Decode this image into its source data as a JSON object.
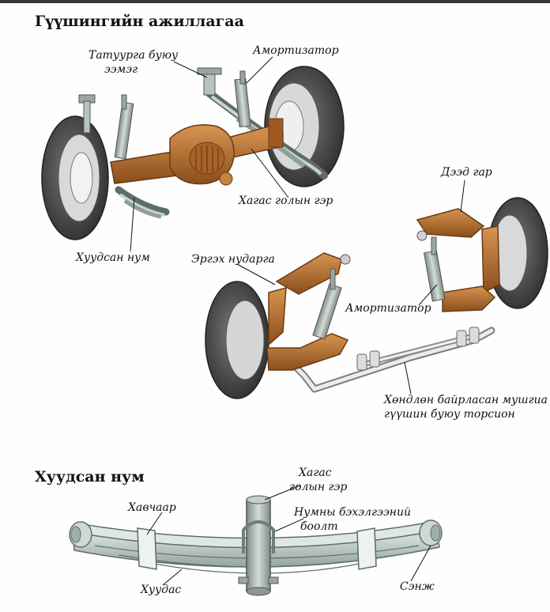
{
  "headings": {
    "main": "Гүүшингийн ажиллагаа",
    "leaf": "Хуудсан нум"
  },
  "labels": {
    "tatuurga_1": "Татуурга буюу",
    "tatuurga_2": "ээмэг",
    "amortizator_top": "Амортизатор",
    "khagas_gol_top": "Хагас голын гэр",
    "khuudsan_num": "Хуудсан нум",
    "deed_gar": "Дээд гар",
    "ergekh_nudarga": "Эргэх нударга",
    "amortizator_mid": "Амортизатор",
    "torsion_1": "Хөндлөн байрласан мушгиа",
    "torsion_2": "гүүшин буюу торсион",
    "khagas_1": "Хагас",
    "khagas_2": "голын гэр",
    "numny_1": "Нумны бэхэлгээний",
    "numny_2": "боолт",
    "khavchaar": "Хавчаар",
    "khuudas": "Хуудас",
    "senzh": "Сэнж"
  },
  "colors": {
    "metal": "#b9742f",
    "metal_dark": "#7a4418",
    "tire": "#5b5b5b",
    "tire_dark": "#2f2f2f",
    "rim": "#e8e8e8",
    "spring": "#c9d6cf",
    "spring_dark": "#6f7f78",
    "shock": "#a9b4ae"
  }
}
